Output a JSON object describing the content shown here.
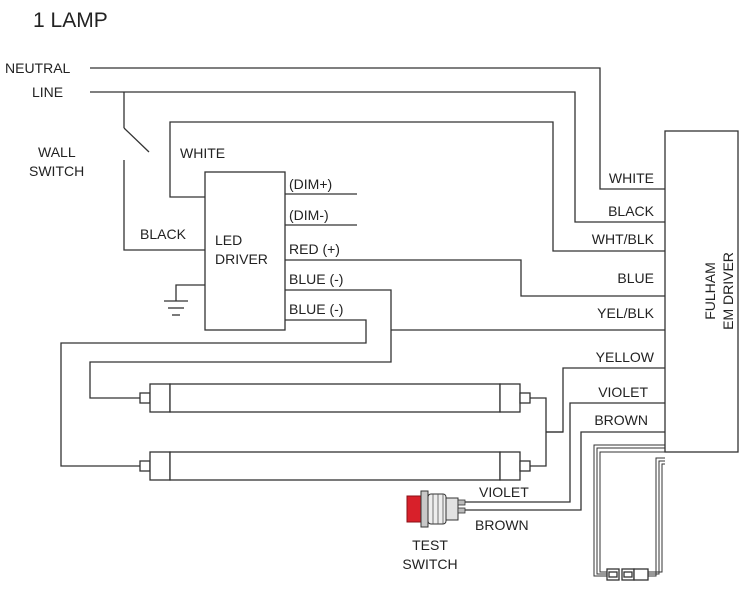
{
  "title": "1 LAMP",
  "inputs": {
    "neutral": "NEUTRAL",
    "line": "LINE",
    "wall_switch_line1": "WALL",
    "wall_switch_line2": "SWITCH"
  },
  "led_driver": {
    "name_line1": "LED",
    "name_line2": "DRIVER",
    "left_labels": {
      "white": "WHITE",
      "black": "BLACK"
    },
    "terminals": [
      "(DIM+)",
      "(DIM-)",
      "RED (+)",
      "BLUE (-)",
      "BLUE (-)"
    ]
  },
  "em_driver": {
    "name_line1": "FULHAM",
    "name_line2": "EM DRIVER",
    "leads": [
      "WHITE",
      "BLACK",
      "WHT/BLK",
      "BLUE",
      "YEL/BLK",
      "YELLOW",
      "VIOLET",
      "BROWN"
    ]
  },
  "test_switch": {
    "label_line1": "TEST",
    "label_line2": "SWITCH",
    "violet": "VIOLET",
    "brown": "BROWN"
  },
  "colors": {
    "line": "#333333",
    "text": "#222222",
    "test_button": "#d8202a"
  }
}
